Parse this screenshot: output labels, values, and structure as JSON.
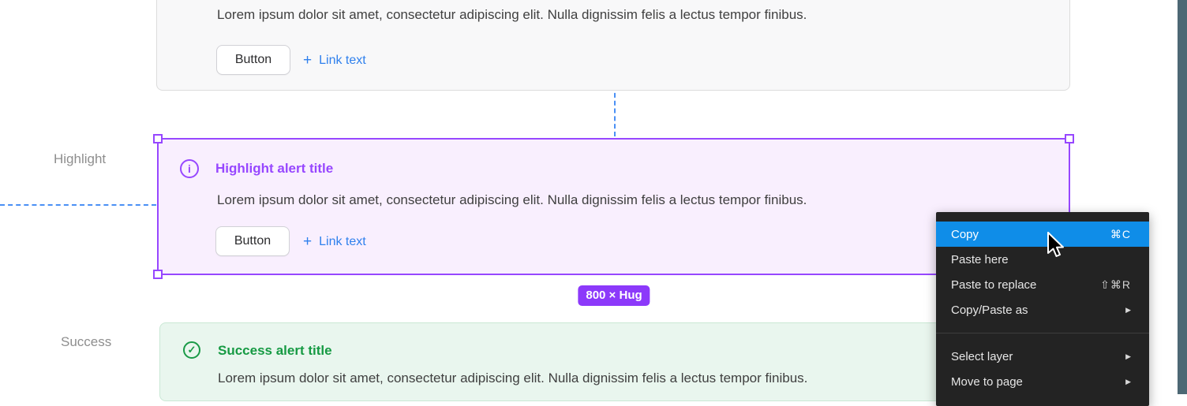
{
  "top_alert": {
    "body": "Lorem ipsum dolor sit amet, consectetur adipiscing elit. Nulla dignissim felis a lectus tempor finibus.",
    "button_label": "Button",
    "plus_glyph": "+",
    "link_label": "Link text"
  },
  "highlight": {
    "section_label": "Highlight",
    "info_icon_glyph": "i",
    "title": "Highlight alert title",
    "body": "Lorem ipsum dolor sit amet, consectetur adipiscing elit. Nulla dignissim felis a lectus tempor finibus.",
    "button_label": "Button",
    "plus_glyph": "+",
    "link_label": "Link text"
  },
  "size_badge": {
    "label": "800 × Hug"
  },
  "success": {
    "section_label": "Success",
    "check_icon_glyph": "✓",
    "title": "Success alert title",
    "body": "Lorem ipsum dolor sit amet, consectetur adipiscing elit. Nulla dignissim felis a lectus tempor finibus."
  },
  "context_menu": {
    "items": [
      {
        "label": "Copy",
        "shortcut": "⌘C",
        "active": true
      },
      {
        "label": "Paste here",
        "shortcut": ""
      },
      {
        "label": "Paste to replace",
        "shortcut": "⇧⌘R"
      },
      {
        "label": "Copy/Paste as",
        "submenu": true
      },
      {
        "separator": true
      },
      {
        "label": "Select layer",
        "submenu": true
      },
      {
        "label": "Move to page",
        "submenu": true
      }
    ]
  },
  "colors": {
    "accent_purple": "#9747ff",
    "badge_purple": "#8c39fa",
    "highlight_bg": "#f9effe",
    "success_green": "#169a43",
    "success_bg": "#e9f6ee",
    "link_blue": "#2f80ed",
    "guide_blue": "#4a90f5",
    "menu_bg": "#232323",
    "menu_active_blue": "#0f8de8",
    "side_strip": "#4d6874"
  }
}
